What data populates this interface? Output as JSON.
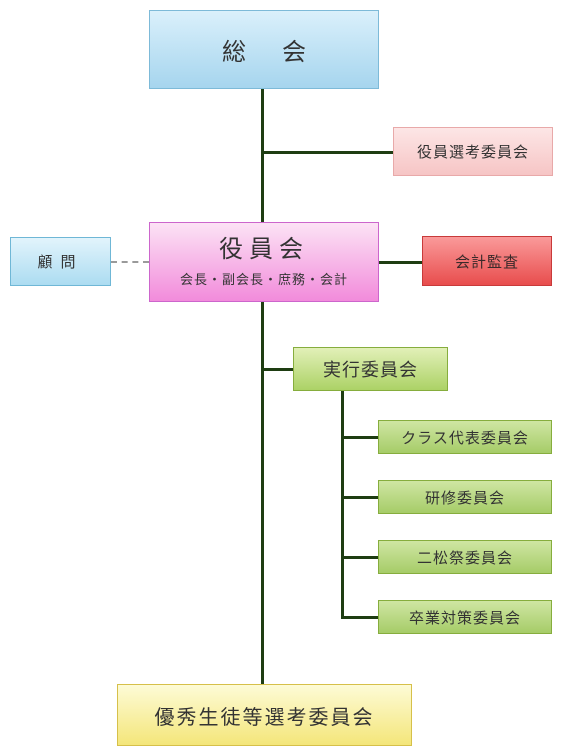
{
  "nodes": {
    "soukai": "総会",
    "senkou_iinkai": "役員選考委員会",
    "yakuinkai": {
      "title": "役員会",
      "members": "会長・副会長・庶務・会計"
    },
    "komon": "顧問",
    "kaikei_kansa": "会計監査",
    "jikkou_iinkai": "実行委員会",
    "sub_committees": [
      "クラス代表委員会",
      "研修委員会",
      "二松祭委員会",
      "卒業対策委員会"
    ],
    "yuushu_senkou": "優秀生徒等選考委員会"
  },
  "colors": {
    "connector": "#1e3d12",
    "dashed_connector": "#9a9a9a",
    "general_assembly": "#a6d5ee",
    "board": "#f28bdb",
    "audit": "#e84d4d",
    "executive": "#acd266",
    "selection": "#f4e67a"
  }
}
